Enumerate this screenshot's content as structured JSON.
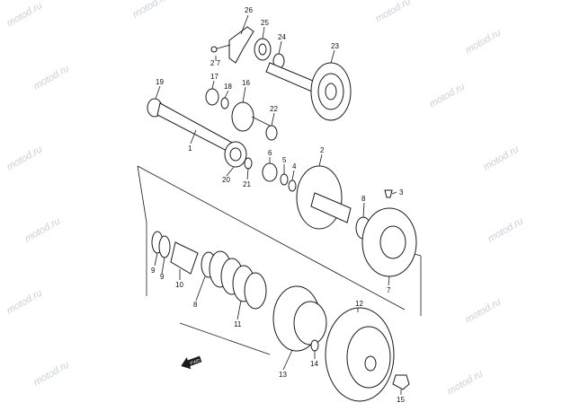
{
  "watermark_text": "motod.ru",
  "fwd_label": "FWD",
  "part_labels": {
    "p1": "1",
    "p2": "2",
    "p3": "3",
    "p4": "4",
    "p5": "5",
    "p6": "6",
    "p7": "7",
    "p8a": "8",
    "p8b": "8",
    "p9a": "9",
    "p9b": "9",
    "p10": "10",
    "p11": "11",
    "p12": "12",
    "p13": "13",
    "p14": "14",
    "p15": "15",
    "p16": "16",
    "p17": "17",
    "p18": "18",
    "p19": "19",
    "p20": "20",
    "p21": "21",
    "p22": "22",
    "p23": "23",
    "p24": "24",
    "p25": "25",
    "p26": "26",
    "p27": "2 7"
  },
  "colors": {
    "ink": "#1a1a1a",
    "watermark": "#c9cfd8",
    "background": "#ffffff"
  }
}
